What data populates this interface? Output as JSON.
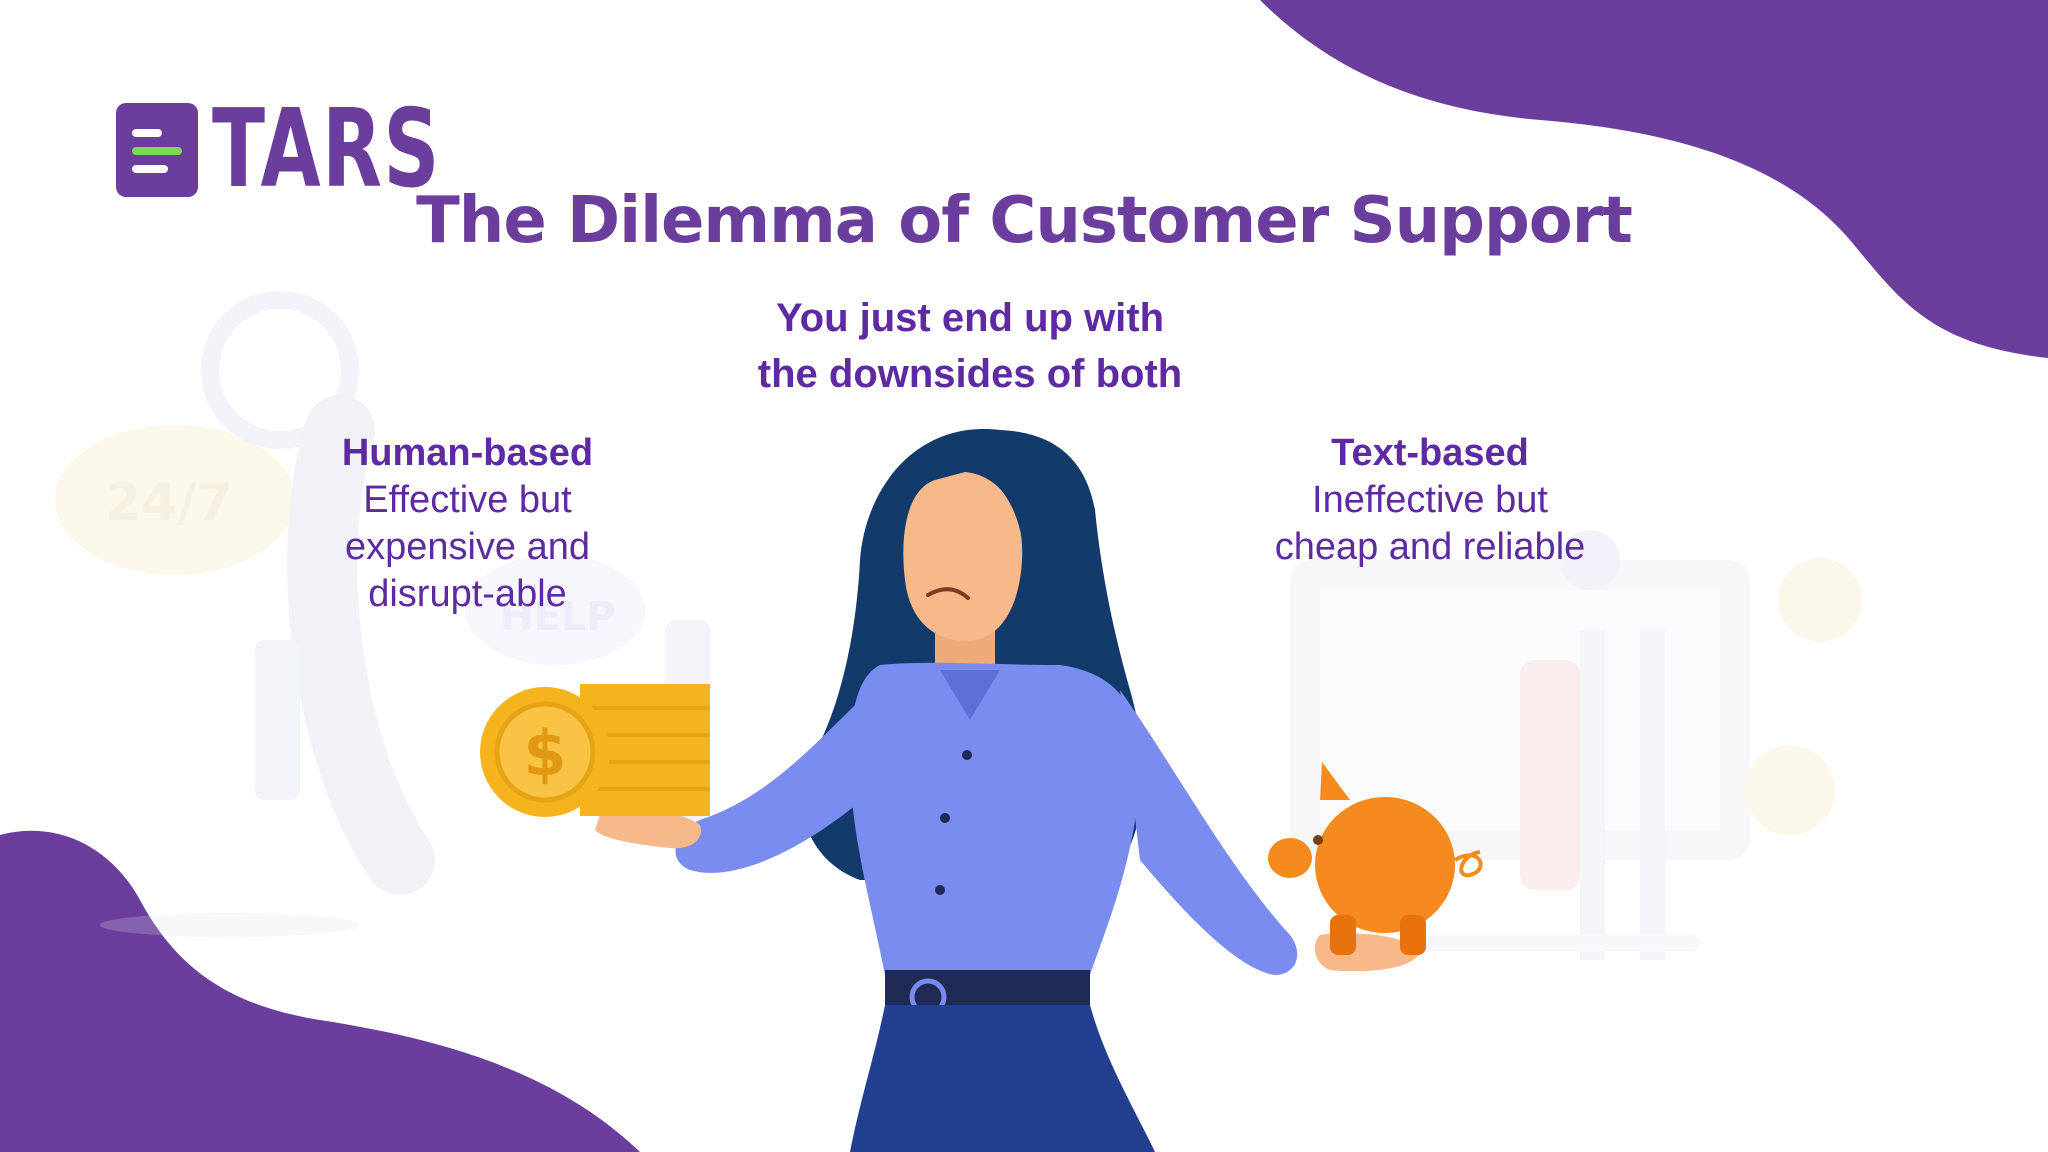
{
  "brand": {
    "name": "TARS",
    "color": "#6b3e9e",
    "accent": "#7ed957"
  },
  "slide": {
    "title": "The Dilemma of Customer Support",
    "subtitle_line1": "You just end up with",
    "subtitle_line2": "the downsides of both"
  },
  "left_option": {
    "heading": "Human-based",
    "line1": "Effective but",
    "line2": "expensive and",
    "line3": "disrupt-able"
  },
  "right_option": {
    "heading": "Text-based",
    "line1": "Ineffective but",
    "line2": "cheap and reliable"
  },
  "illustration": {
    "figure": "woman-balancing-coins-and-piggy-bank",
    "left_hand_item": "dollar-coins-icon",
    "right_hand_item": "piggy-bank-icon",
    "background_text_1": "24/7",
    "background_text_2": "HELP"
  },
  "colors": {
    "purple": "#6b3e9e",
    "text_purple": "#5d2aa3",
    "hair": "#123a6b",
    "shirt": "#7a8cf0",
    "skirt": "#233f8f",
    "skin": "#f7b98a",
    "coin": "#f5b41d",
    "piggy": "#f58a1f"
  }
}
